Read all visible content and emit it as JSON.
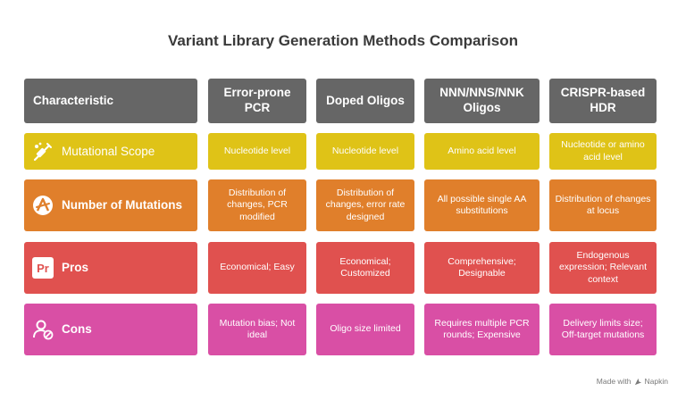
{
  "title": "Variant Library Generation Methods Comparison",
  "header": {
    "characteristic": "Characteristic",
    "columns": [
      "Error-prone PCR",
      "Doped Oligos",
      "NNN/NNS/NNK Oligos",
      "CRISPR-based HDR"
    ]
  },
  "rows": [
    {
      "label": "Mutational Scope",
      "icon": "dna-syringe-icon",
      "color": "#dfc317",
      "cells": [
        "Nucleotide level",
        "Nucleotide level",
        "Amino acid level",
        "Nucleotide or amino acid level"
      ]
    },
    {
      "label": "Number of Mutations",
      "icon": "mutation-letter-icon",
      "color": "#e07f2b",
      "cells": [
        "Distribution of changes, PCR modified",
        "Distribution of changes, error rate designed",
        "All possible single AA substitutions",
        "Distribution of changes at locus"
      ]
    },
    {
      "label": "Pros",
      "icon": "pr-badge-icon",
      "color": "#e0514f",
      "cells": [
        "Economical; Easy",
        "Economical; Customized",
        "Comprehensive; Designable",
        "Endogenous expression; Relevant context"
      ]
    },
    {
      "label": "Cons",
      "icon": "user-blocked-icon",
      "color": "#d94fa5",
      "cells": [
        "Mutation bias; Not ideal",
        "Oligo size limited",
        "Requires multiple PCR rounds; Expensive",
        "Delivery limits size; Off-target mutations"
      ]
    }
  ],
  "footer": {
    "made_with": "Made with",
    "brand": "Napkin"
  }
}
